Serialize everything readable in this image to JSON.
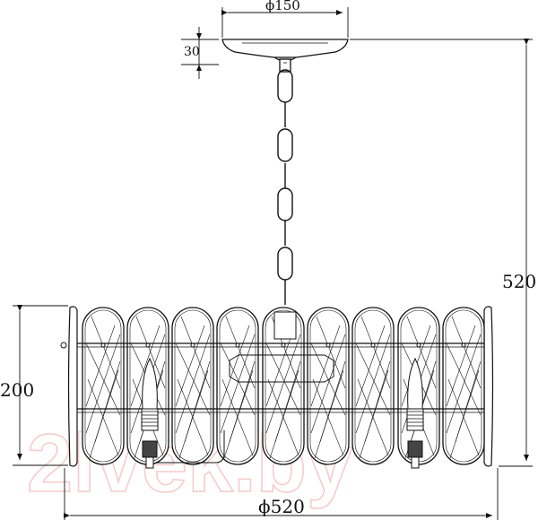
{
  "dimensions": {
    "canopy_diameter": "ϕ150",
    "canopy_height": "30",
    "total_height": "520",
    "shade_height": "200",
    "shade_diameter": "ϕ520"
  },
  "watermark": {
    "text": "2lvek.by"
  }
}
